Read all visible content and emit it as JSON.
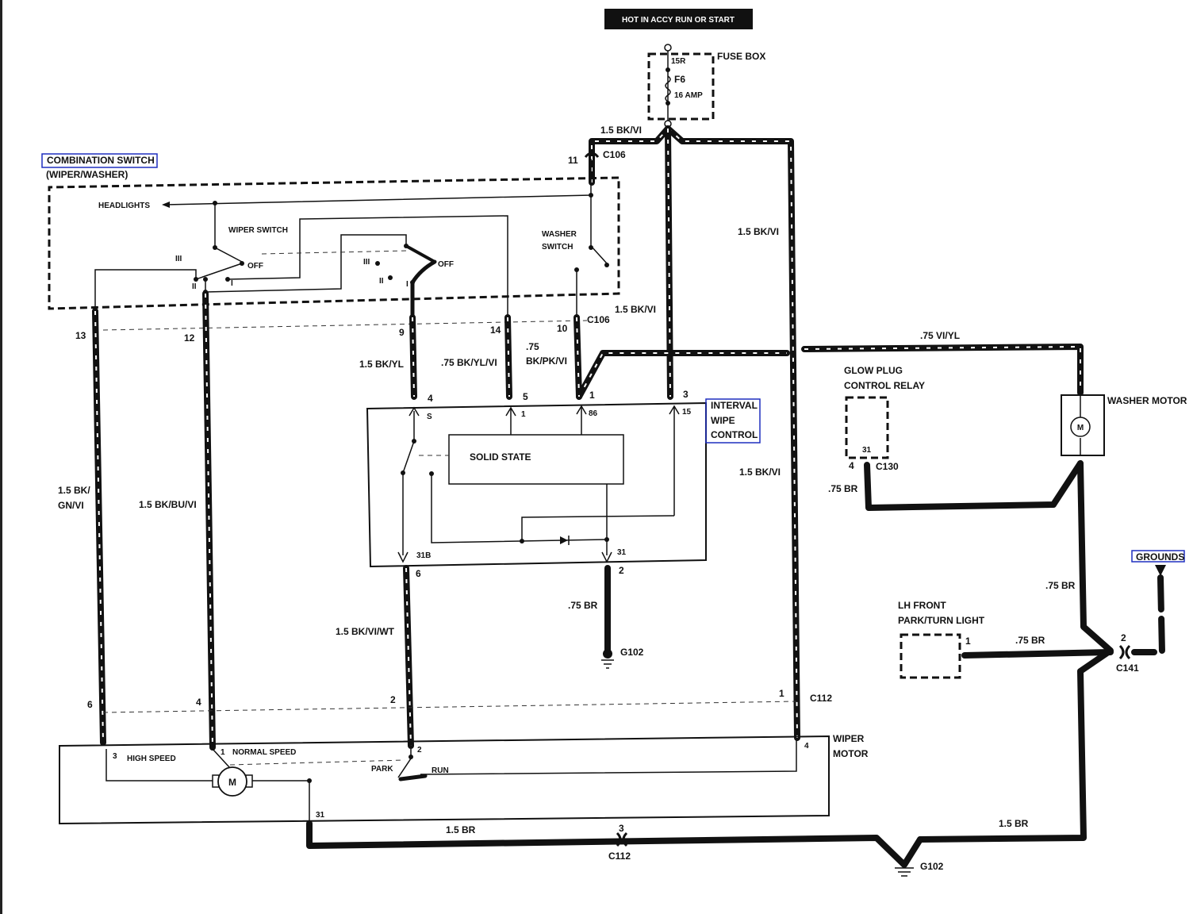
{
  "banner": "HOT IN ACCY RUN OR START",
  "fuse_box": {
    "title": "FUSE BOX",
    "terminal": "15R",
    "fuse": "F6",
    "rating": "16 AMP"
  },
  "wires": {
    "bk_vi_15_top": "1.5 BK/VI",
    "bk_vi_15_right_upper": "1.5 BK/VI",
    "bk_vi_15_mid": "1.5 BK/VI",
    "bk_vi_15_right_lower": "1.5 BK/VI",
    "vi_yl_75": ".75 VI/YL",
    "bk_yl_15": "1.5 BK/YL",
    "bk_yl_vi_75": ".75 BK/YL/VI",
    "bk_pk_vi_75_a": ".75",
    "bk_pk_vi_75_b": "BK/PK/VI",
    "bk_gn_vi_a": "1.5 BK/",
    "bk_gn_vi_b": "GN/VI",
    "bk_bu_vi": "1.5 BK/BU/VI",
    "bk_vi_wt": "1.5 BK/VI/WT",
    "br_75_interval": ".75 BR",
    "br_75_relay": ".75 BR",
    "br_75_washer": ".75 BR",
    "br_75_light": ".75 BR",
    "br_15_left": "1.5 BR",
    "br_15_right": "1.5 BR"
  },
  "connectors": {
    "c106_top": "C106",
    "c106_mid": "C106",
    "c112_right": "C112",
    "c112_bottom": "C112",
    "c130": "C130",
    "c141": "C141"
  },
  "combination_switch": {
    "title": "COMBINATION SWITCH",
    "subtitle": "(WIPER/WASHER)",
    "headlights": "HEADLIGHTS",
    "wiper_switch": "WIPER SWITCH",
    "washer_a": "WASHER",
    "washer_b": "SWITCH",
    "off_1": "OFF",
    "off_2": "OFF",
    "pos_iii_1": "III",
    "pos_ii_1": "II",
    "pos_i_1": "I",
    "pos_iii_2": "III",
    "pos_ii_2": "II",
    "pos_i_2": "I"
  },
  "interval": {
    "title_a": "INTERVAL",
    "title_b": "WIPE",
    "title_c": "CONTROL",
    "solid_state": "SOLID STATE",
    "t_s": "S",
    "t_1": "1",
    "t_86": "86",
    "t_15": "15",
    "t_31b": "31B",
    "t_31": "31"
  },
  "glow_plug": {
    "a": "GLOW PLUG",
    "b": "CONTROL RELAY",
    "pin": "31"
  },
  "washer_motor": {
    "title": "WASHER MOTOR",
    "symbol": "M"
  },
  "grounds": "GROUNDS",
  "lh_front": {
    "a": "LH FRONT",
    "b": "PARK/TURN LIGHT"
  },
  "g102_mid": "G102",
  "g102_bottom": "G102",
  "wiper_motor": {
    "title_a": "WIPER",
    "title_b": "MOTOR",
    "high_speed": "HIGH SPEED",
    "normal_speed": "NORMAL SPEED",
    "park": "PARK",
    "run": "RUN",
    "symbol": "M"
  },
  "pins": {
    "p11": "11",
    "p13": "13",
    "p12": "12",
    "p9": "9",
    "p14": "14",
    "p10": "10",
    "p4": "4",
    "p5": "5",
    "p1": "1",
    "p3": "3",
    "p6": "6",
    "p2": "2",
    "c112_6": "6",
    "c112_4": "4",
    "c112_2": "2",
    "c112_1": "1",
    "wm_3": "3",
    "wm_1": "1",
    "wm_2": "2",
    "wm_4": "4",
    "wm_31": "31",
    "c130_4": "4",
    "c141_2": "2",
    "c112_3": "3",
    "lh_1": "1"
  }
}
